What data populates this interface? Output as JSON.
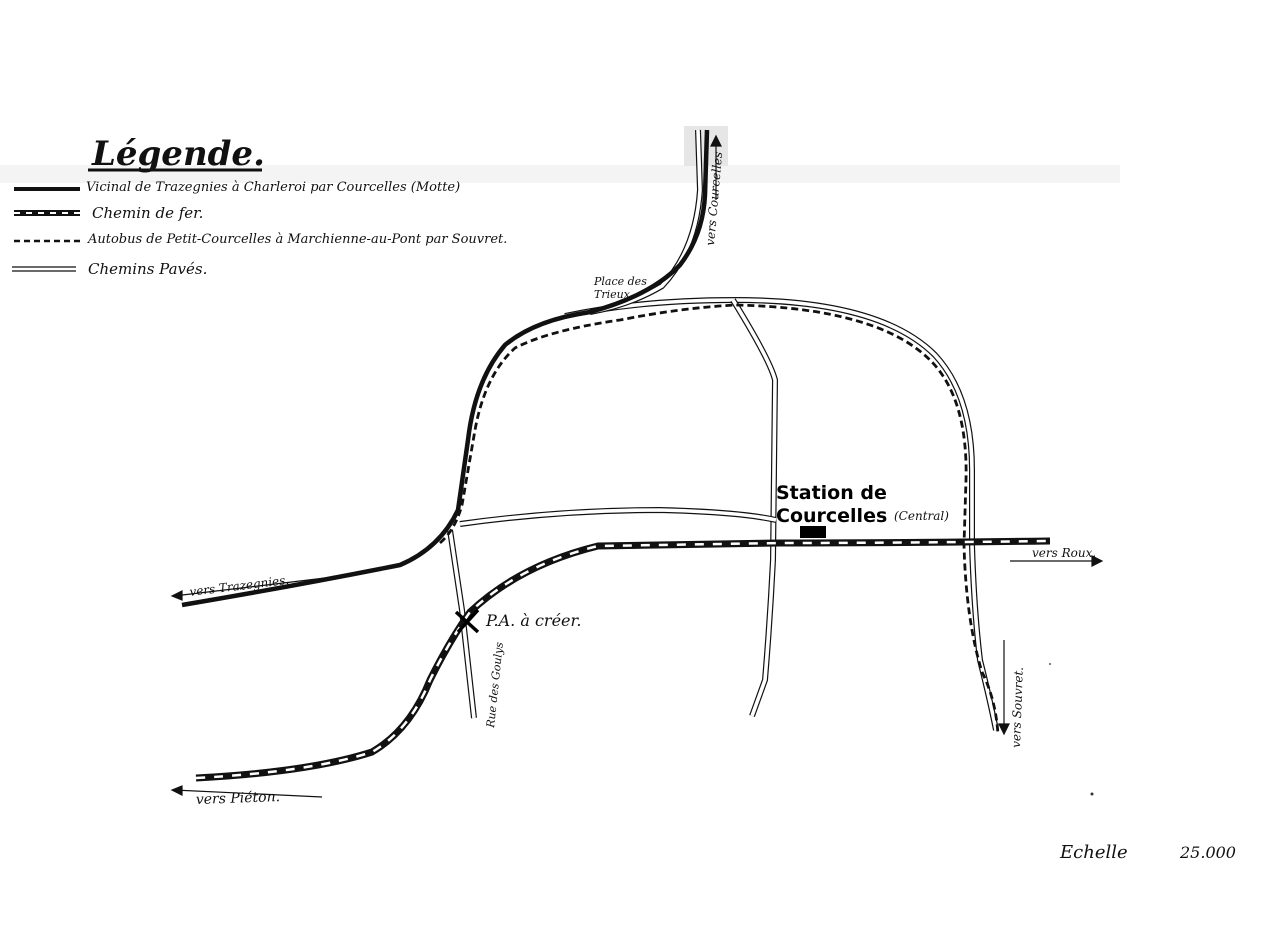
{
  "legend": {
    "title": "Légende.",
    "items": [
      {
        "label": "Vicinal de Trazegnies à Charleroi par Courcelles (Motte)",
        "style": "solid-thick"
      },
      {
        "label": "Chemin de fer.",
        "style": "railway"
      },
      {
        "label": "Autobus de Petit-Courcelles à Marchienne-au-Pont par Souvret.",
        "style": "dashed"
      },
      {
        "label": "Chemins Pavés.",
        "style": "double"
      }
    ]
  },
  "labels": {
    "station_line1": "Station de",
    "station_line2": "Courcelles",
    "station_central": "(Central)",
    "place_line1": "Place des",
    "place_line2": "Trieux",
    "vers_courcelles": "vers Courcelles",
    "vers_trazegnies": "vers Trazegnies.",
    "vers_roux": "vers Roux.",
    "vers_souvret": "vers Souvret.",
    "vers_pieton": "vers Piéton.",
    "rue_des_goulys": "Rue des Goulys",
    "pa_a_creer": "P.A. à créer.",
    "echelle": "Echelle",
    "scale_value": "25.000"
  },
  "colors": {
    "ink": "#111111",
    "paper": "#ffffff"
  }
}
